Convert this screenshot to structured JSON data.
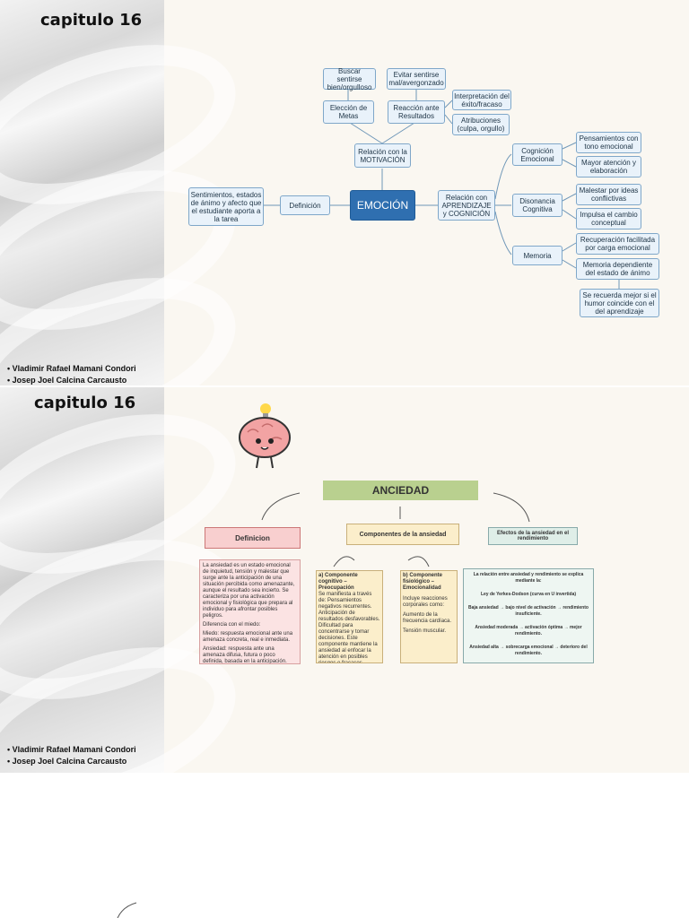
{
  "slide1": {
    "chapter": "capitulo 16",
    "authors": [
      "• Vladimir Rafael Mamani Condori",
      "• Josep Joel Calcina Carcausto"
    ],
    "map": {
      "center": "EMOCIÓN",
      "definicion": "Definición",
      "definicion_text": "Sentimientos, estados de ánimo y afecto que el estudiante aporta a la tarea",
      "motivacion": "Relación con la MOTIVACIÓN",
      "eleccion": "Elección de Metas",
      "reaccion": "Reacción ante Resultados",
      "buscar": "Buscar sentirse bien/orgulloso",
      "evitar": "Evitar sentirse mal/avergonzado",
      "interpretacion": "Interpretación del éxito/fracaso",
      "atribuciones": "Atribuciones (culpa, orgullo)",
      "aprendizaje": "Relación con APRENDIZAJE y COGNICIÓN",
      "cognicion": "Cognición Emocional",
      "disonancia": "Disonancia Cognitiva",
      "memoria": "Memoria",
      "pensamientos": "Pensamientos con tono emocional",
      "mayor": "Mayor atención y elaboración",
      "malestar": "Malestar por ideas conflictivas",
      "impulsa": "Impulsa el cambio conceptual",
      "recuperacion": "Recuperación facilitada por carga emocional",
      "memoria_dep": "Memoria dependiente del estado de ánimo",
      "recuerda": "Se recuerda mejor si el humor coincide con el del aprendizaje"
    }
  },
  "slide2": {
    "chapter": "capitulo 16",
    "authors": [
      "• Vladimir Rafael Mamani Condori",
      "• Josep Joel Calcina Carcausto"
    ],
    "title": "ANCIEDAD",
    "col1_title": "Definicion",
    "col2_title": "Componentes de la ansiedad",
    "col3_title": "Efectos de la ansiedad en el rendimiento",
    "def_text": "La ansiedad es un estado emocional de inquietud, tensión y malestar que surge ante la anticipación de una situación percibida como amenazante, aunque el resultado sea incierto. Se caracteriza por una activación emocional y fisiológica que prepara al individuo para afrontar posibles peligros.",
    "def_diff": "Diferencia con el miedo:",
    "def_miedo": "Miedo: respuesta emocional ante una amenaza concreta, real e inmediata.",
    "def_ansiedad": "Ansiedad: respuesta ante una amenaza difusa, futura o poco definida, basada en la anticipación.",
    "comp_a_title": "a) Componente cognitivo – Preocupación",
    "comp_a_text": "Se manifiesta a través de: Pensamientos negativos recurrentes. Anticipación de resultados desfavorables. Dificultad para concentrarse y tomar decisiones. Este componente mantiene la ansiedad al enfocar la atención en posibles riesgos o fracasos.",
    "comp_b_title": "b) Componente fisiológico – Emocionalidad",
    "comp_b_text": "Incluye reacciones corporales como:",
    "comp_b_1": "Aumento de la frecuencia cardíaca.",
    "comp_b_2": "Tensión muscular.",
    "ef_1": "La relación entre ansiedad y rendimiento se explica mediante la:",
    "ef_2": "Ley de Yerkes-Dodson (curva en U invertida)",
    "ef_3": "Baja ansiedad → bajo nivel de activación → rendimiento insuficiente.",
    "ef_4": "Ansiedad moderada → activación óptima → mejor rendimiento.",
    "ef_5": "Ansiedad alta → sobrecarga emocional → deterioro del rendimiento."
  }
}
